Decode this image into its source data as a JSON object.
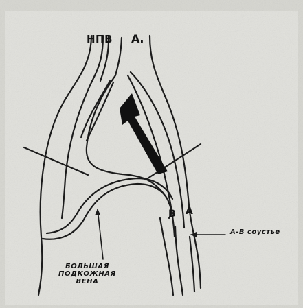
{
  "labels": {
    "ivc": "НПВ",
    "aorta_top": "А.",
    "b_marker": "В",
    "a_marker": "А",
    "av_anastomosis": "А-В соустье",
    "great_saphenous_vein": [
      "БОЛЬШАЯ",
      "ПОДКОЖНАЯ",
      "ВЕНА"
    ]
  },
  "colors": {
    "background": "#d6d6d0",
    "panel": "#e1e1dc",
    "line": "#1c1c1c",
    "arrow_fill": "#111111"
  }
}
